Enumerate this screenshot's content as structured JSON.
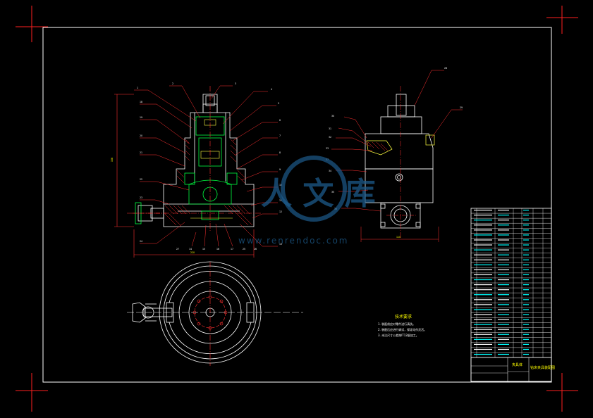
{
  "colors": {
    "background": "#000000",
    "line_white": "#ffffff",
    "line_red": "#ff0000",
    "line_green": "#00ff00",
    "line_yellow": "#ffff00",
    "line_cyan": "#00ffff",
    "watermark": "#1c5a8a"
  },
  "front_view": {
    "balloons_top": [
      "1",
      "2",
      "3",
      "4"
    ],
    "balloons_left": [
      "18",
      "19",
      "20",
      "21",
      "22",
      "23",
      "24"
    ],
    "balloons_right": [
      "5",
      "6",
      "7",
      "8",
      "9",
      "10",
      "11",
      "12",
      "13"
    ],
    "balloons_bottom": [
      "14",
      "15",
      "16",
      "17",
      "25",
      "26",
      "27"
    ],
    "dim_height": "156",
    "dim_width": "220"
  },
  "side_view": {
    "balloons": [
      "28",
      "29",
      "30",
      "31",
      "32",
      "33",
      "34",
      "35",
      "36",
      "37"
    ],
    "dim_width": "110"
  },
  "tech_requirements": {
    "title": "技术要求",
    "lines": [
      "1. 装配前应对零件进行清洗。",
      "2. 装配后应进行调试，保证动作灵活。",
      "3. 未注尺寸公差按IT12级加工。"
    ]
  },
  "title_block": {
    "title_main": "夹具体",
    "title_drawing": "钻床夹具装配图"
  },
  "watermark": {
    "logo_text": "人 文 库",
    "url_text": "www.renrendoc.com"
  }
}
